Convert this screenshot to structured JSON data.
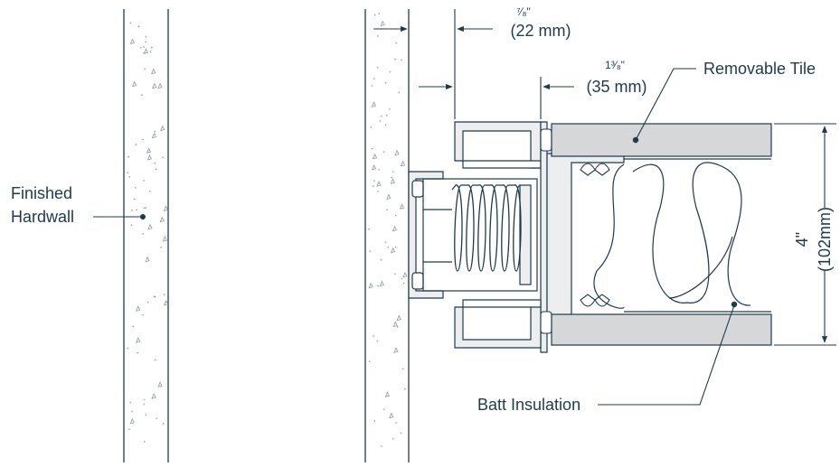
{
  "labels": {
    "finished_hardwall": [
      "Finished",
      "Hardwall"
    ],
    "removable_tile": "Removable Tile",
    "batt_insulation": "Batt Insulation"
  },
  "dimensions": {
    "dim_22mm": {
      "fraction": "⁷⁄₈\"",
      "metric": "(22 mm)"
    },
    "dim_35mm": {
      "fraction": "1³⁄₈\"",
      "metric": "(35 mm)"
    },
    "dim_4in": {
      "imperial": "4\"",
      "metric": "(102mm)"
    }
  },
  "colors": {
    "line": "#1e3a4c",
    "tile_fill": "#d6d7d8",
    "hardwall_fill": "#ffffff",
    "speckle": "#8a9aa4"
  }
}
